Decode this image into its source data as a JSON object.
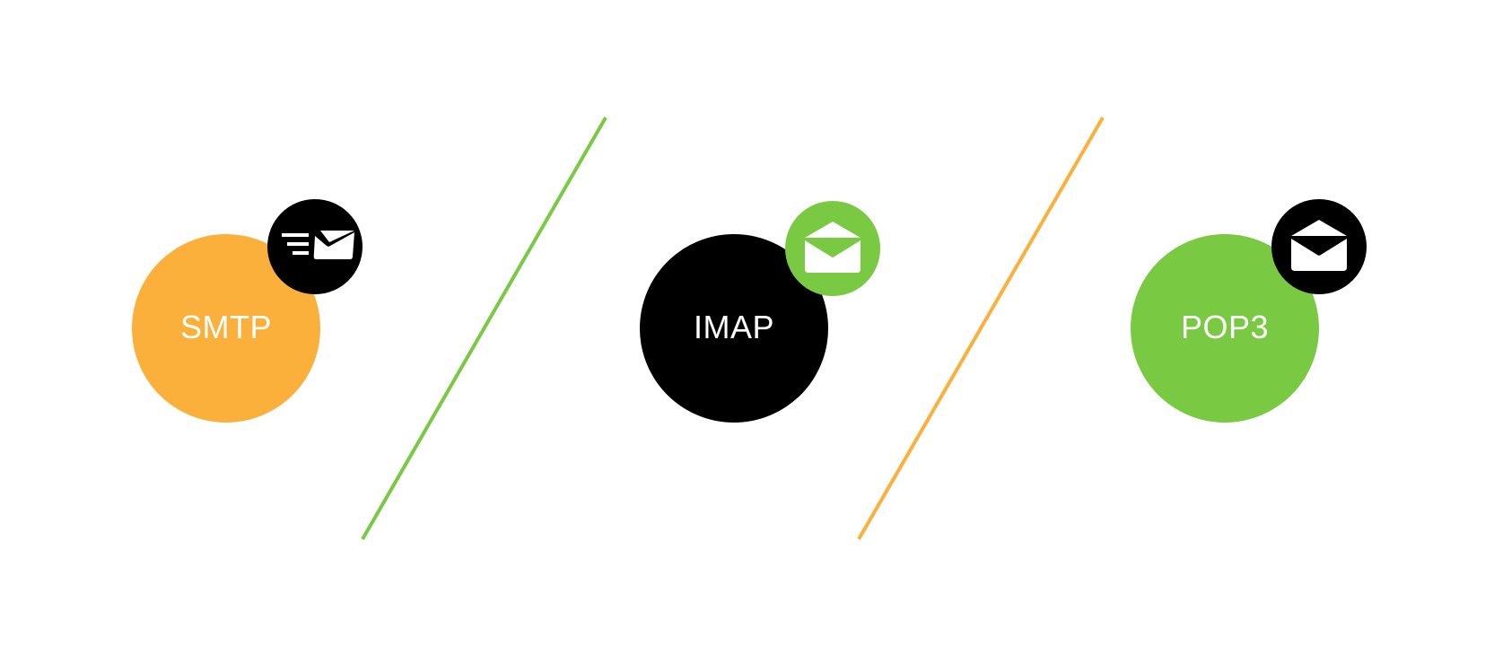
{
  "colors": {
    "background": "#ffffff",
    "orange": "#FBB03B",
    "green": "#7AC943",
    "black": "#000000",
    "white": "#ffffff"
  },
  "protocols": [
    {
      "label": "SMTP",
      "circle_color": "#FBB03B",
      "badge_color": "#000000",
      "badge_icon": "send-mail-icon",
      "icon_color": "#ffffff"
    },
    {
      "label": "IMAP",
      "circle_color": "#000000",
      "badge_color": "#7AC943",
      "badge_icon": "open-envelope-icon",
      "icon_color": "#ffffff"
    },
    {
      "label": "POP3",
      "circle_color": "#7AC943",
      "badge_color": "#000000",
      "badge_icon": "open-envelope-icon",
      "icon_color": "#ffffff"
    }
  ],
  "dividers": [
    {
      "color": "#7AC943"
    },
    {
      "color": "#FBB03B"
    }
  ]
}
